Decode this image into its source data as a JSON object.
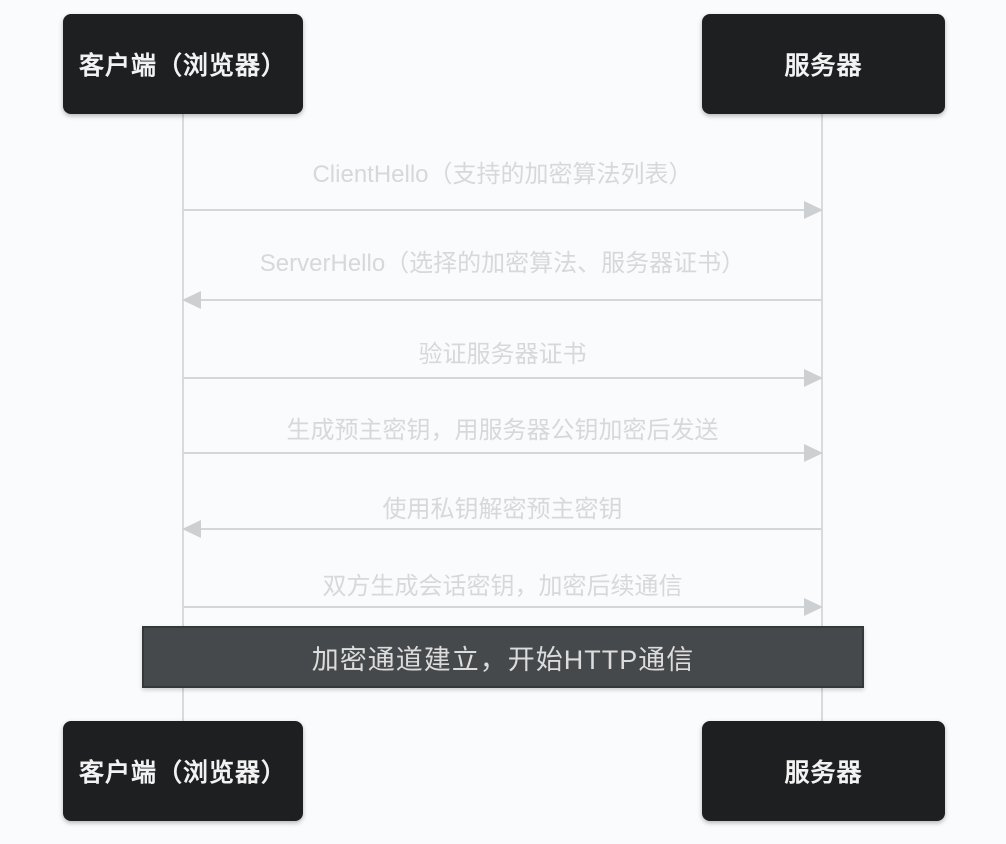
{
  "diagram": {
    "type": "sequence-diagram",
    "topic": "HTTPS/TLS handshake",
    "actors": {
      "client": "客户端（浏览器）",
      "server": "服务器"
    },
    "messages": [
      {
        "label": "ClientHello（支持的加密算法列表）",
        "from": "client",
        "to": "server",
        "direction": "right"
      },
      {
        "label": "ServerHello（选择的加密算法、服务器证书）",
        "from": "server",
        "to": "client",
        "direction": "left"
      },
      {
        "label": "验证服务器证书",
        "from": "client",
        "to": "server",
        "direction": "right"
      },
      {
        "label": "生成预主密钥，用服务器公钥加密后发送",
        "from": "client",
        "to": "server",
        "direction": "right"
      },
      {
        "label": "使用私钥解密预主密钥",
        "from": "server",
        "to": "client",
        "direction": "left"
      },
      {
        "label": "双方生成会话密钥，加密后续通信",
        "from": "client",
        "to": "server",
        "direction": "right"
      }
    ],
    "note": {
      "label": "加密通道建立，开始HTTP通信"
    },
    "colors": {
      "background": "#fafbfc",
      "actor_fill": "#1e1f21",
      "actor_text": "#f2f2f2",
      "lifeline": "#d9dadc",
      "arrow": "#d4d6d8",
      "message_text": "#d6d8da",
      "note_fill": "#46494b",
      "note_border": "#35383a",
      "note_text": "#dcdcdc"
    }
  }
}
